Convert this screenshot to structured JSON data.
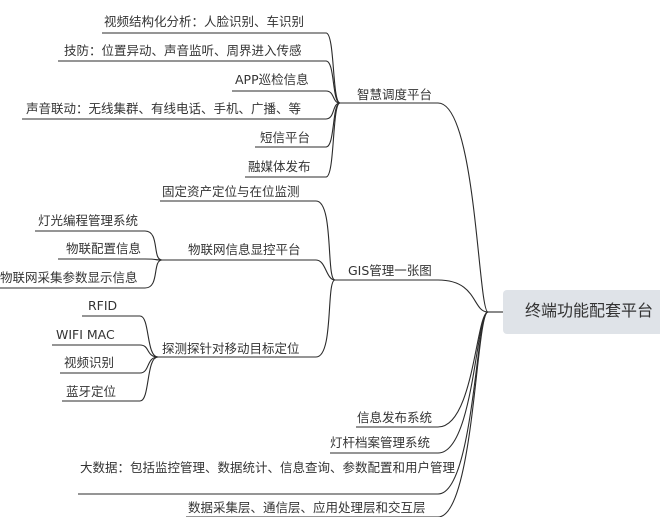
{
  "root": {
    "label": "终端功能配套平台"
  },
  "branches": [
    {
      "label": "智慧调度平台",
      "children": [
        "视频结构化分析：人脸识别、车识别",
        "技防：位置异动、声音监听、周界进入传感",
        "APP巡检信息",
        "声音联动：无线集群、有线电话、手机、广播、等",
        "短信平台",
        "融媒体发布"
      ]
    },
    {
      "label": "GIS管理一张图",
      "children": [
        {
          "label": "固定资产定位与在位监测"
        },
        {
          "label": "物联网信息显控平台",
          "children": [
            "灯光编程管理系统",
            "物联配置信息",
            "物联网采集参数显示信息"
          ]
        },
        {
          "label": "探测探针对移动目标定位",
          "children": [
            "RFID",
            "WIFI MAC",
            "视频识别",
            "蓝牙定位"
          ]
        }
      ]
    },
    {
      "label": "信息发布系统"
    },
    {
      "label": "灯杆档案管理系统"
    },
    {
      "label": "大数据：包括监控管理、数据统计、信息查询、参数配置和用户管理"
    },
    {
      "label": "数据采集层、通信层、应用处理层和交互层"
    }
  ]
}
